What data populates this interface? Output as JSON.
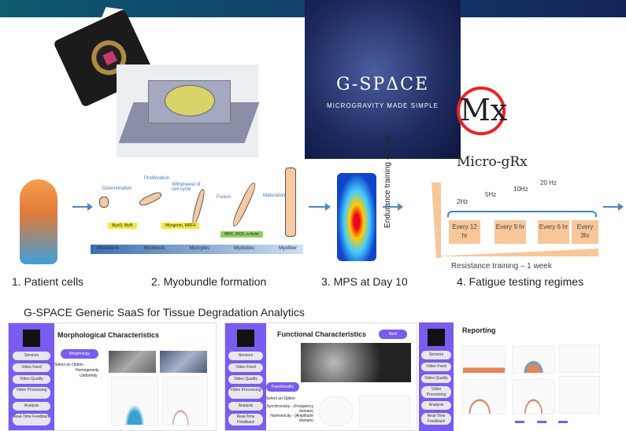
{
  "colors": {
    "header_start": "#0e5a6e",
    "header_end": "#14245a",
    "accent_purple": "#7a5cf0",
    "arrow_blue": "#4a86c8",
    "tag_yellow": "#f4e93c",
    "tag_green": "#8fd060"
  },
  "brand": {
    "gspace_logo": "G-SPΔCE",
    "gspace_tagline": "MICROGRAVITY MADE SIMPLE",
    "micro_grx_logo": "Mx",
    "micro_grx_name": "Micro-gRx"
  },
  "pipeline": {
    "steps": [
      "Determination",
      "Proliferation",
      "Withdrawal of cell cycle",
      "Fusion",
      "Maturation"
    ],
    "markers": [
      "MyoD, Myf5",
      "Myogenin, MRF4",
      "MHC, MCK, α-Actin"
    ],
    "stages": [
      "Mesoderm",
      "Myoblasts",
      "Myocytes",
      "Myotubes",
      "Myofiber"
    ],
    "frequencies": [
      "2Hz",
      "5Hz",
      "10Hz",
      "20 Hz"
    ],
    "intervals": [
      "Every 12 hr",
      "Every 9 hr",
      "Every 6 hr",
      "Every 3hr"
    ],
    "endurance_label": "Endurance training – 24 hr",
    "resistance_label": "Resistance training – 1 week"
  },
  "captions": [
    "1. Patient cells",
    "2. Myobundle formation",
    "3. MPS at Day 10",
    "4. Fatigue testing regimes"
  ],
  "saas_title": "G-SPACE Generic SaaS for Tissue Degradation Analytics",
  "sidebar_items": [
    "Sensors",
    "Video Feed",
    "Video Quality",
    "Video Processing",
    "Analysis",
    "Real-Time Feedback"
  ],
  "screens": {
    "morphological": {
      "title": "Morphological Characteristics",
      "button": "Morphology",
      "select": "Select an Option",
      "options": [
        "Homogeneity",
        "Uniformity"
      ]
    },
    "functional": {
      "title": "Functional Characteristics",
      "top_button": "Next",
      "button": "Functionality",
      "select": "Select an Option",
      "options": [
        "Synchronicity - (Frequency domain)",
        "Harmonicity - (Amplitude domain)"
      ]
    },
    "reporting": {
      "title": "Reporting"
    }
  }
}
